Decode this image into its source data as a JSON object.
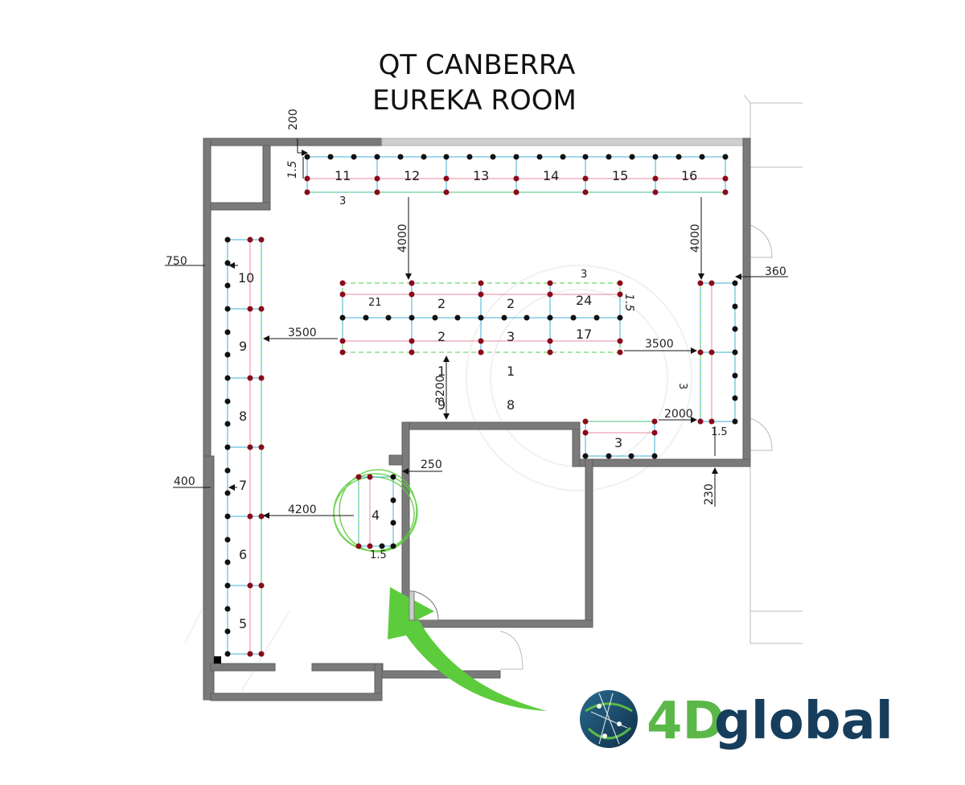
{
  "title": {
    "line1": "QT CANBERRA",
    "line2": "EUREKA ROOM"
  },
  "dimensions": {
    "top_gap": "200",
    "top_booth_depth": "1.5",
    "top_booth_width": "3",
    "left_gap": "4000",
    "right_gap": "4000",
    "right_offset": "360",
    "wall_left": "750",
    "island_width": "3",
    "island_depth": "1.5",
    "aisle_left": "3500",
    "aisle_right": "3500",
    "aisle_center": "3200",
    "right_booth_width": "3",
    "gap_2000": "2000",
    "right_booth_depth": "1.5",
    "column_gap": "250",
    "wall_400": "400",
    "aisle_4200": "4200",
    "booth4_depth": "1.5",
    "bottom_230": "230"
  },
  "booths": {
    "b1": "1",
    "b2a": "2",
    "b2b": "2",
    "b2c": "2",
    "b3": "3",
    "b3b": "3",
    "b4": "4",
    "b5": "5",
    "b6": "6",
    "b7": "7",
    "b8": "8",
    "b8b": "8",
    "b9": "9",
    "b10": "10",
    "b11": "11",
    "b12": "12",
    "b13": "13",
    "b14": "14",
    "b15": "15",
    "b16": "16",
    "b17": "17",
    "b21": "21",
    "b24": "24",
    "b1b": "1",
    "b9b": "9"
  },
  "logo": {
    "brand_a": "4D",
    "brand_b": "global"
  },
  "colors": {
    "wall": "#7a7a7a",
    "frame_blue": "#3fb0d6",
    "booth_pink": "#e98aa0",
    "dash_green": "#4fcf4f",
    "arrow_green": "#5ccc3c",
    "post_red": "#8b0a1a",
    "brand_green": "#5ab848",
    "brand_navy": "#163d5c"
  }
}
